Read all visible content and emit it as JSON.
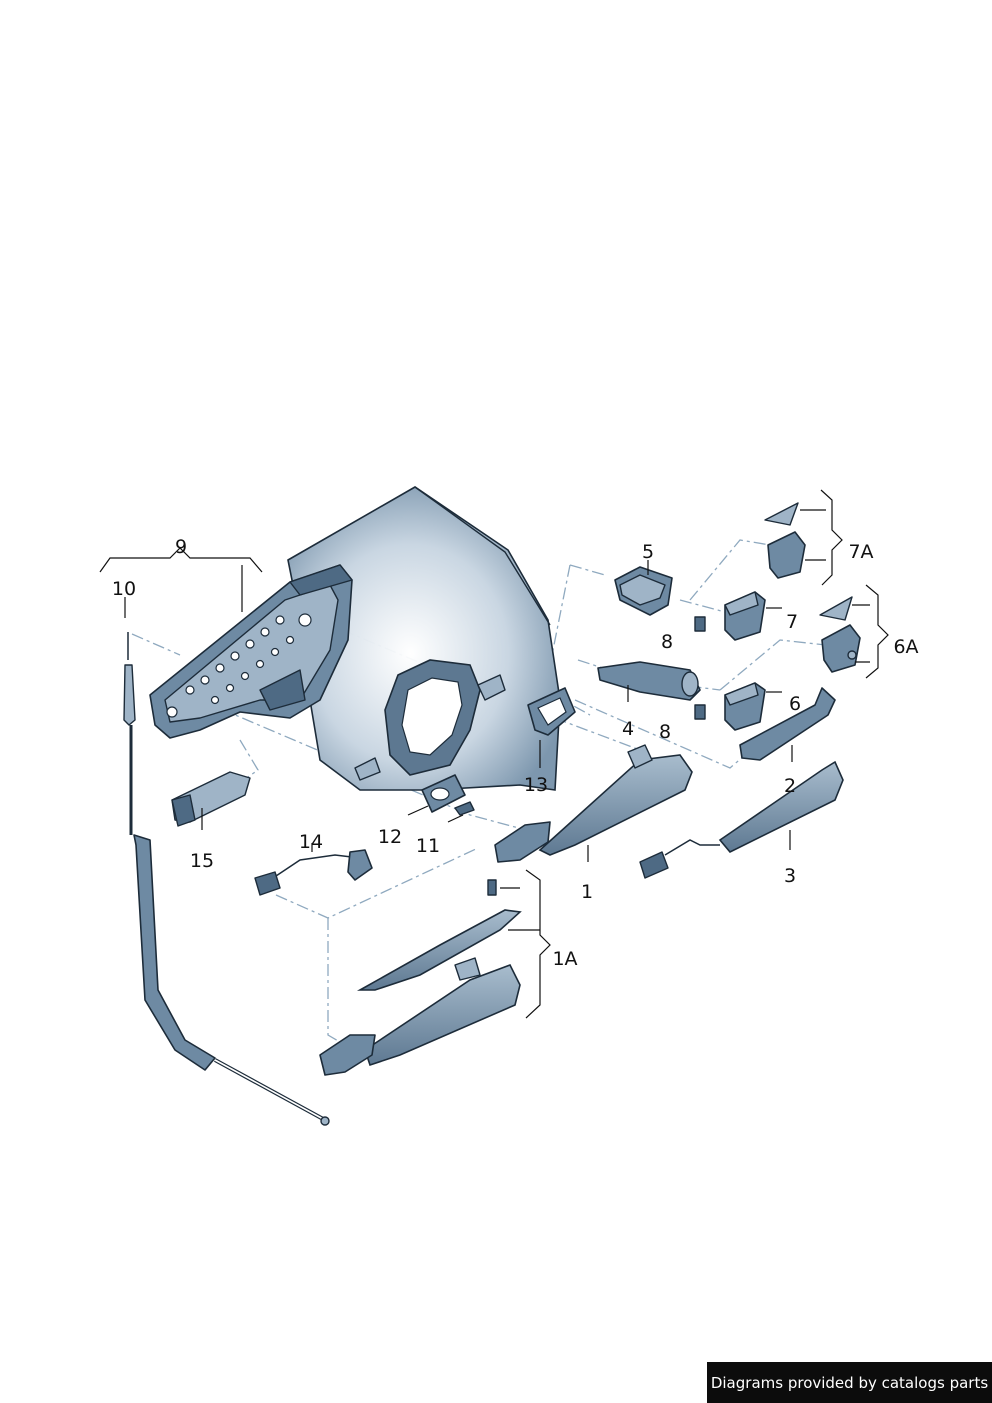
{
  "diagram": {
    "callouts": [
      {
        "id": "c1",
        "label": "1"
      },
      {
        "id": "c1A",
        "label": "1A"
      },
      {
        "id": "c2",
        "label": "2"
      },
      {
        "id": "c3",
        "label": "3"
      },
      {
        "id": "c4",
        "label": "4"
      },
      {
        "id": "c5",
        "label": "5"
      },
      {
        "id": "c6",
        "label": "6"
      },
      {
        "id": "c6A",
        "label": "6A"
      },
      {
        "id": "c7",
        "label": "7"
      },
      {
        "id": "c7A",
        "label": "7A"
      },
      {
        "id": "c8a",
        "label": "8"
      },
      {
        "id": "c8b",
        "label": "8"
      },
      {
        "id": "c9",
        "label": "9"
      },
      {
        "id": "c10",
        "label": "10"
      },
      {
        "id": "c11",
        "label": "11"
      },
      {
        "id": "c12",
        "label": "12"
      },
      {
        "id": "c13",
        "label": "13"
      },
      {
        "id": "c14",
        "label": "14"
      },
      {
        "id": "c15",
        "label": "15"
      }
    ],
    "colors": {
      "part_fill": "#6e8aa3",
      "part_light": "#9fb4c7",
      "outline": "#1d2c3a",
      "dash_line": "#8fa9bf"
    }
  },
  "footer": {
    "credit": "Diagrams provided by catalogs parts"
  }
}
